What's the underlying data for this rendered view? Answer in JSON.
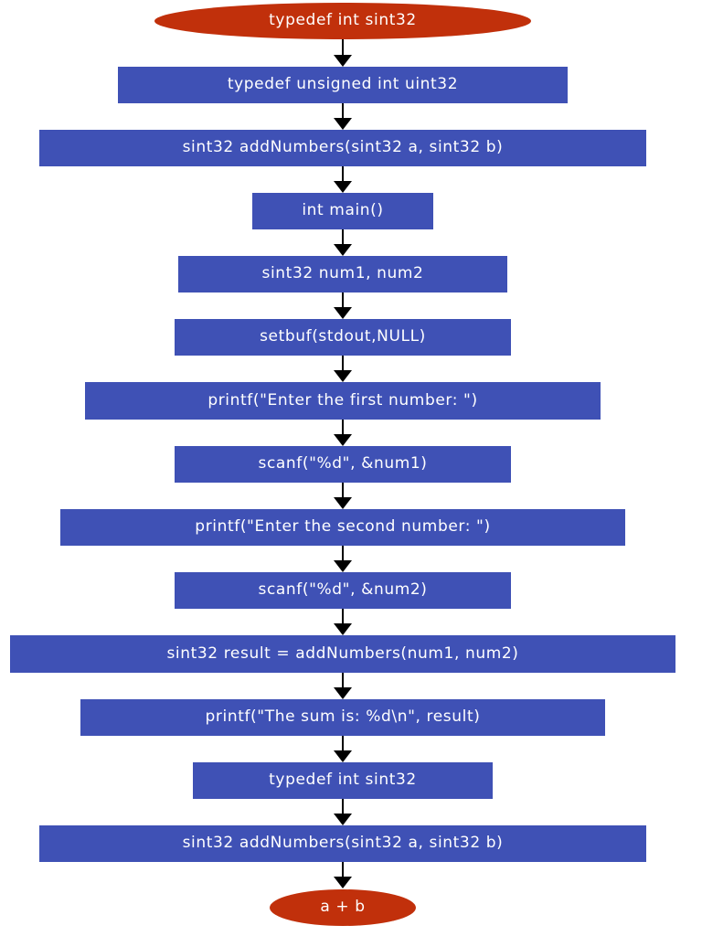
{
  "flowchart": {
    "start": {
      "label": "typedef int sint32"
    },
    "steps": [
      {
        "label": "typedef unsigned int uint32"
      },
      {
        "label": "sint32 addNumbers(sint32 a, sint32 b)"
      },
      {
        "label": "int main()"
      },
      {
        "label": "sint32 num1, num2"
      },
      {
        "label": "setbuf(stdout,NULL)"
      },
      {
        "label": "printf(\"Enter the first number: \")"
      },
      {
        "label": "scanf(\"%d\", &num1)"
      },
      {
        "label": "printf(\"Enter the second number: \")"
      },
      {
        "label": "scanf(\"%d\", &num2)"
      },
      {
        "label": "sint32 result = addNumbers(num1, num2)"
      },
      {
        "label": "printf(\"The sum is: %d\\n\", result)"
      },
      {
        "label": "typedef int sint32"
      },
      {
        "label": "sint32 addNumbers(sint32 a, sint32 b)"
      }
    ],
    "end": {
      "label": "a + b"
    },
    "colors": {
      "process": "#3f51b5",
      "terminal": "#c1300b",
      "text": "#ffffff",
      "connector": "#000000"
    }
  }
}
